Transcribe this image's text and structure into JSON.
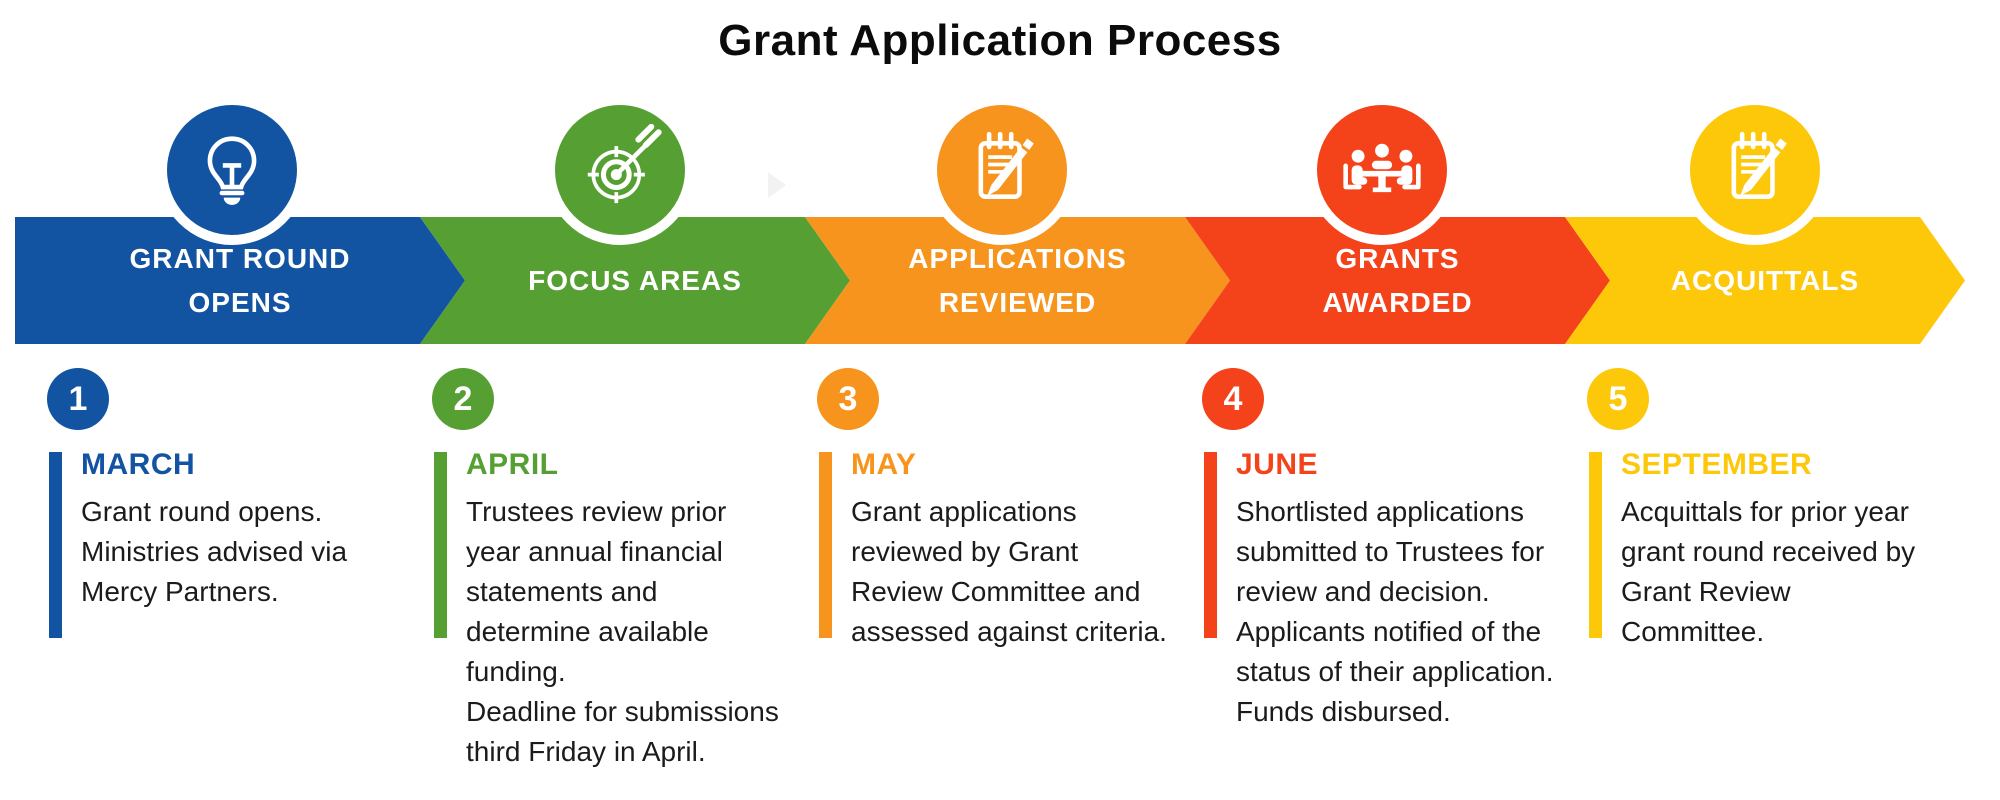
{
  "title": "Grant Application Process",
  "stages": [
    {
      "number": "1",
      "band_label": "GRANT ROUND OPENS",
      "icon": "lightbulb-icon",
      "color": "#1253A2",
      "month": "MARCH",
      "description": [
        "Grant round opens.",
        "Ministries advised via Mercy Partners."
      ]
    },
    {
      "number": "2",
      "band_label": "FOCUS AREAS",
      "icon": "target-arrow-icon",
      "color": "#56A033",
      "month": "APRIL",
      "description": [
        "Trustees review prior year annual financial statements and determine available funding.",
        "Deadline for submissions third Friday in April."
      ]
    },
    {
      "number": "3",
      "band_label": "APPLICATIONS REVIEWED",
      "icon": "notepad-pencil-icon",
      "color": "#F7941D",
      "month": "MAY",
      "description": [
        "Grant applications reviewed by Grant Review Committee and assessed against criteria."
      ]
    },
    {
      "number": "4",
      "band_label": "GRANTS AWARDED",
      "icon": "meeting-icon",
      "color": "#F4431A",
      "month": "JUNE",
      "description": [
        "Shortlisted applications submitted to Trustees for review and decision.",
        "Applicants notified of the status of their application.",
        "Funds disbursed."
      ]
    },
    {
      "number": "5",
      "band_label": "ACQUITTALS",
      "icon": "notepad-pencil-icon",
      "color": "#FDC70A",
      "month": "SEPTEMBER",
      "description": [
        "Acquittals for prior year grant round received by Grant Review Committee."
      ]
    }
  ],
  "decorations": {
    "play_arrow_color": "#F2F2F2"
  }
}
